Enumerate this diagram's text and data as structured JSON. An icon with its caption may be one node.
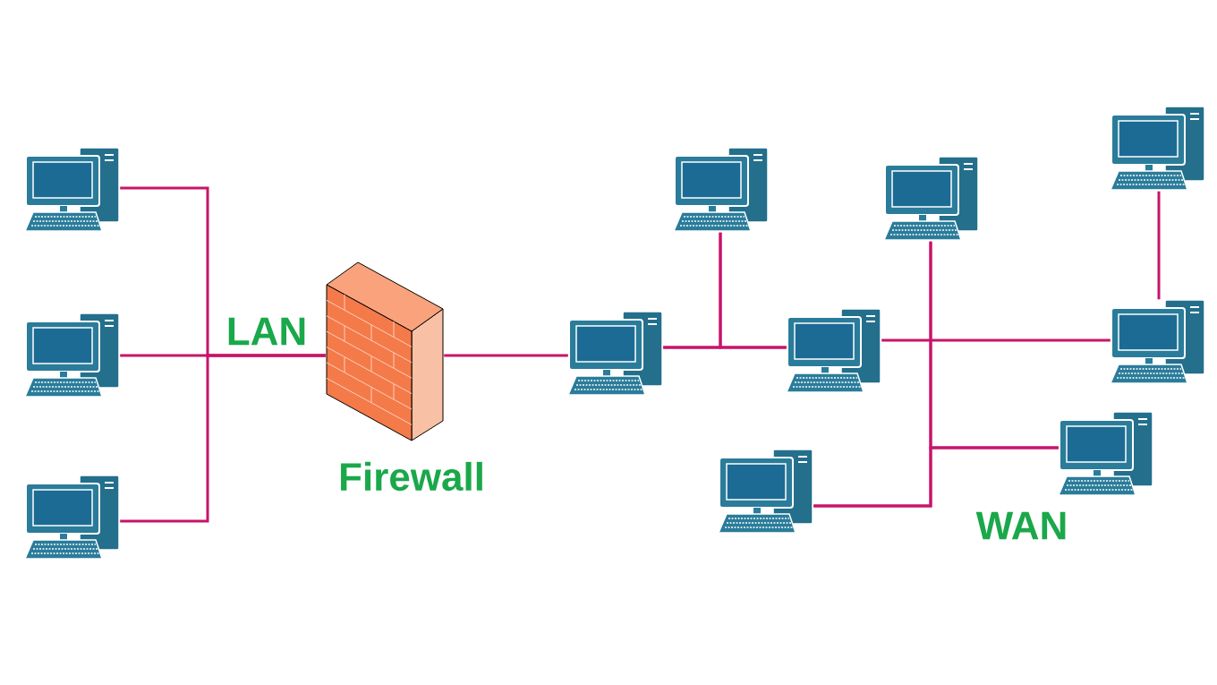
{
  "diagram": {
    "nodes": [
      {
        "text": [],
        "shape": "computer"
      },
      {
        "text": [],
        "shape": "computer"
      },
      {
        "text": [],
        "shape": "computer"
      },
      {
        "text": [
          "Firewall"
        ]
      },
      {
        "text": [],
        "shape": "computer"
      },
      {
        "text": [],
        "shape": "computer"
      },
      {
        "text": [],
        "shape": "computer"
      },
      {
        "text": [],
        "shape": "computer"
      },
      {
        "text": [],
        "shape": "computer"
      },
      {
        "text": [],
        "shape": "computer"
      },
      {
        "text": [],
        "shape": "computer"
      },
      {
        "text": [],
        "shape": "computer"
      }
    ],
    "edges": [
      {
        "from": 0,
        "to": 3,
        "arrow": "none"
      },
      {
        "from": 1,
        "to": 3,
        "arrow": "none"
      },
      {
        "from": 2,
        "to": 3,
        "arrow": "none"
      },
      {
        "from": 3,
        "to": 4,
        "arrow": "none"
      },
      {
        "from": 4,
        "to": 6,
        "arrow": "none"
      },
      {
        "from": 5,
        "to": 4,
        "arrow": "none"
      },
      {
        "from": 5,
        "to": 6,
        "arrow": "none"
      },
      {
        "from": 6,
        "to": 9,
        "arrow": "none"
      },
      {
        "from": 8,
        "to": 9,
        "arrow": "none"
      },
      {
        "from": 7,
        "to": 11,
        "arrow": "none"
      },
      {
        "from": 7,
        "to": 10,
        "arrow": "none"
      },
      {
        "from": 10,
        "to": 11,
        "arrow": "none"
      }
    ],
    "labels": [
      "LAN",
      "WAN"
    ]
  }
}
